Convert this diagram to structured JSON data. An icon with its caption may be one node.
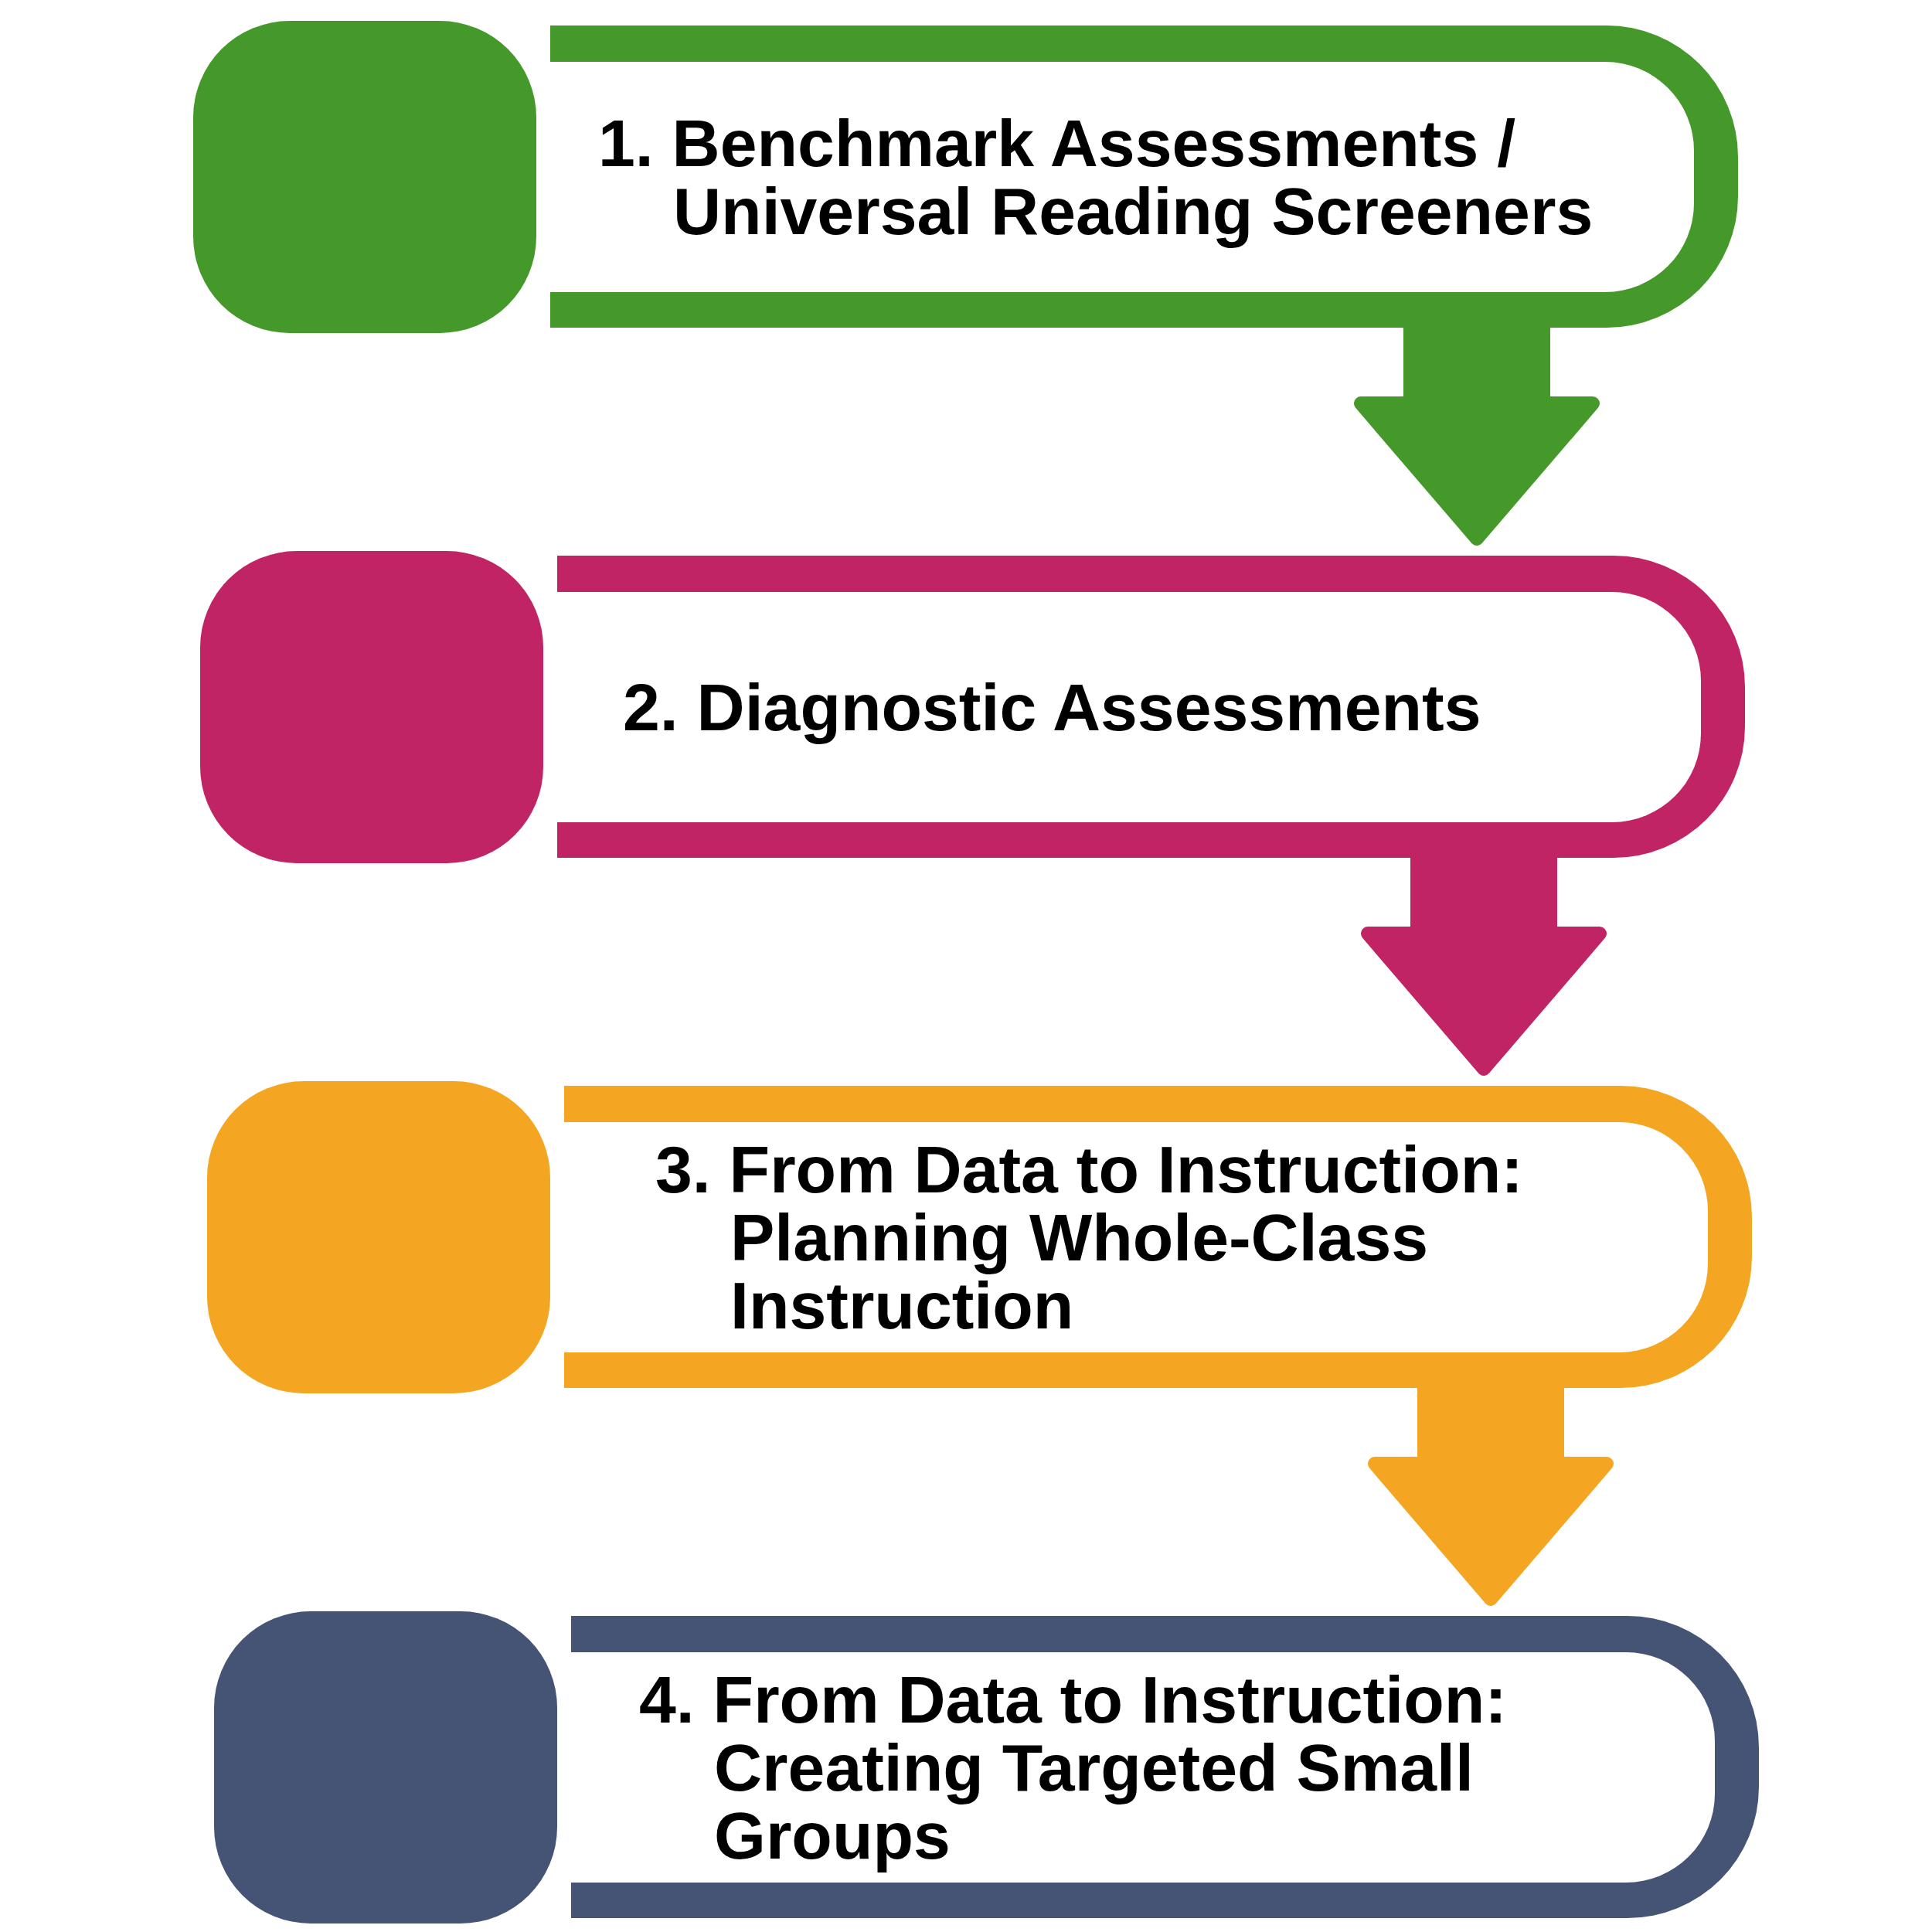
{
  "diagram": {
    "nodes": [
      {
        "text": [],
        "shape": "box"
      },
      {
        "text": [
          "1. Benchmark Assessments / Universal Reading Screeners"
        ]
      },
      {
        "text": [],
        "shape": "box"
      },
      {
        "text": [
          "2. Diagnostic Assessments"
        ]
      },
      {
        "text": [],
        "shape": "box"
      },
      {
        "text": [
          "3. From Data to Instruction: Planning Whole-Class Instruction"
        ]
      },
      {
        "text": [],
        "shape": "box"
      },
      {
        "text": [
          "4. From Data to Instruction: Creating Targeted Small Groups"
        ]
      }
    ],
    "edges": [
      {
        "from": 1,
        "to": 3,
        "arrow": "to",
        "style": "thick",
        "color": "#45982a"
      },
      {
        "from": 3,
        "to": 5,
        "arrow": "to",
        "style": "thick",
        "color": "#c12464"
      },
      {
        "from": 5,
        "to": 7,
        "arrow": "to",
        "style": "thick",
        "color": "#f4a521"
      }
    ]
  }
}
